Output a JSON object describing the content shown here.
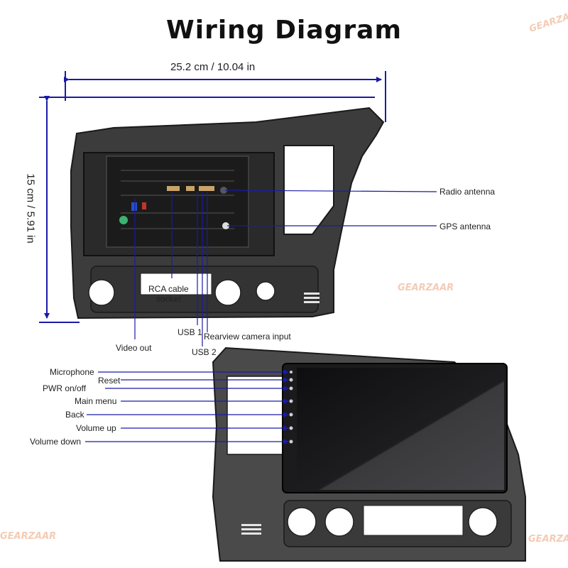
{
  "title": "Wiring Diagram",
  "dimensions": {
    "width_label": "25.2 cm / 10.04 in",
    "height_label": "15 cm / 5.91 in"
  },
  "watermark": "GEARZAAR",
  "rear_labels": {
    "radio_antenna": "Radio antenna",
    "gps_antenna": "GPS antenna",
    "rca_socket": "RCA cable\nsocket",
    "video_out": "Video out",
    "usb1": "USB 1",
    "usb2": "USB 2",
    "rearview_camera": "Rearview camera input"
  },
  "front_labels": [
    "Microphone",
    "Reset",
    "PWR on/off",
    "Main menu",
    "Back",
    "Volume up",
    "Volume down"
  ],
  "colors": {
    "line": "#1a1aa8",
    "bezel": "#3c3c3c",
    "screen_dark": "#0e0e10",
    "screen_light": "#3a3a3d",
    "watermark": "#e8905a"
  }
}
